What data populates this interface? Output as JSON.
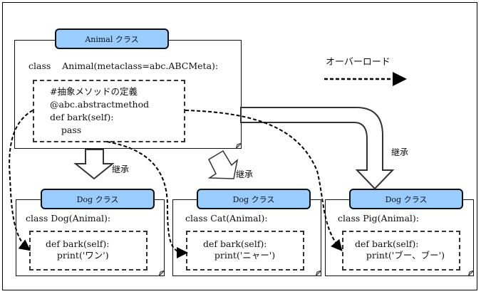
{
  "legend": {
    "label": "オーバーロード"
  },
  "inherit_label": "継承",
  "parent": {
    "tab": "Animal クラス",
    "class_line": "class    Animal(metaclass=abc.ABCMeta):",
    "method_lines": [
      "#抽象メソッドの定義",
      "@abc.abstractmethod",
      "def bark(self):",
      "    pass"
    ]
  },
  "children": [
    {
      "tab": "Dog クラス",
      "class_line": "class Dog(Animal):",
      "method_lines": [
        "def bark(self):",
        "    print('ワン')"
      ]
    },
    {
      "tab": "Dog クラス",
      "class_line": "class Cat(Animal):",
      "method_lines": [
        "def bark(self):",
        "    print('ニャー')"
      ]
    },
    {
      "tab": "Dog クラス",
      "class_line": "class Pig(Animal):",
      "method_lines": [
        "def bark(self):",
        "    print('ブー、ブー')"
      ]
    }
  ],
  "colors": {
    "tab_fill": "#99ccff",
    "line": "#111111"
  }
}
